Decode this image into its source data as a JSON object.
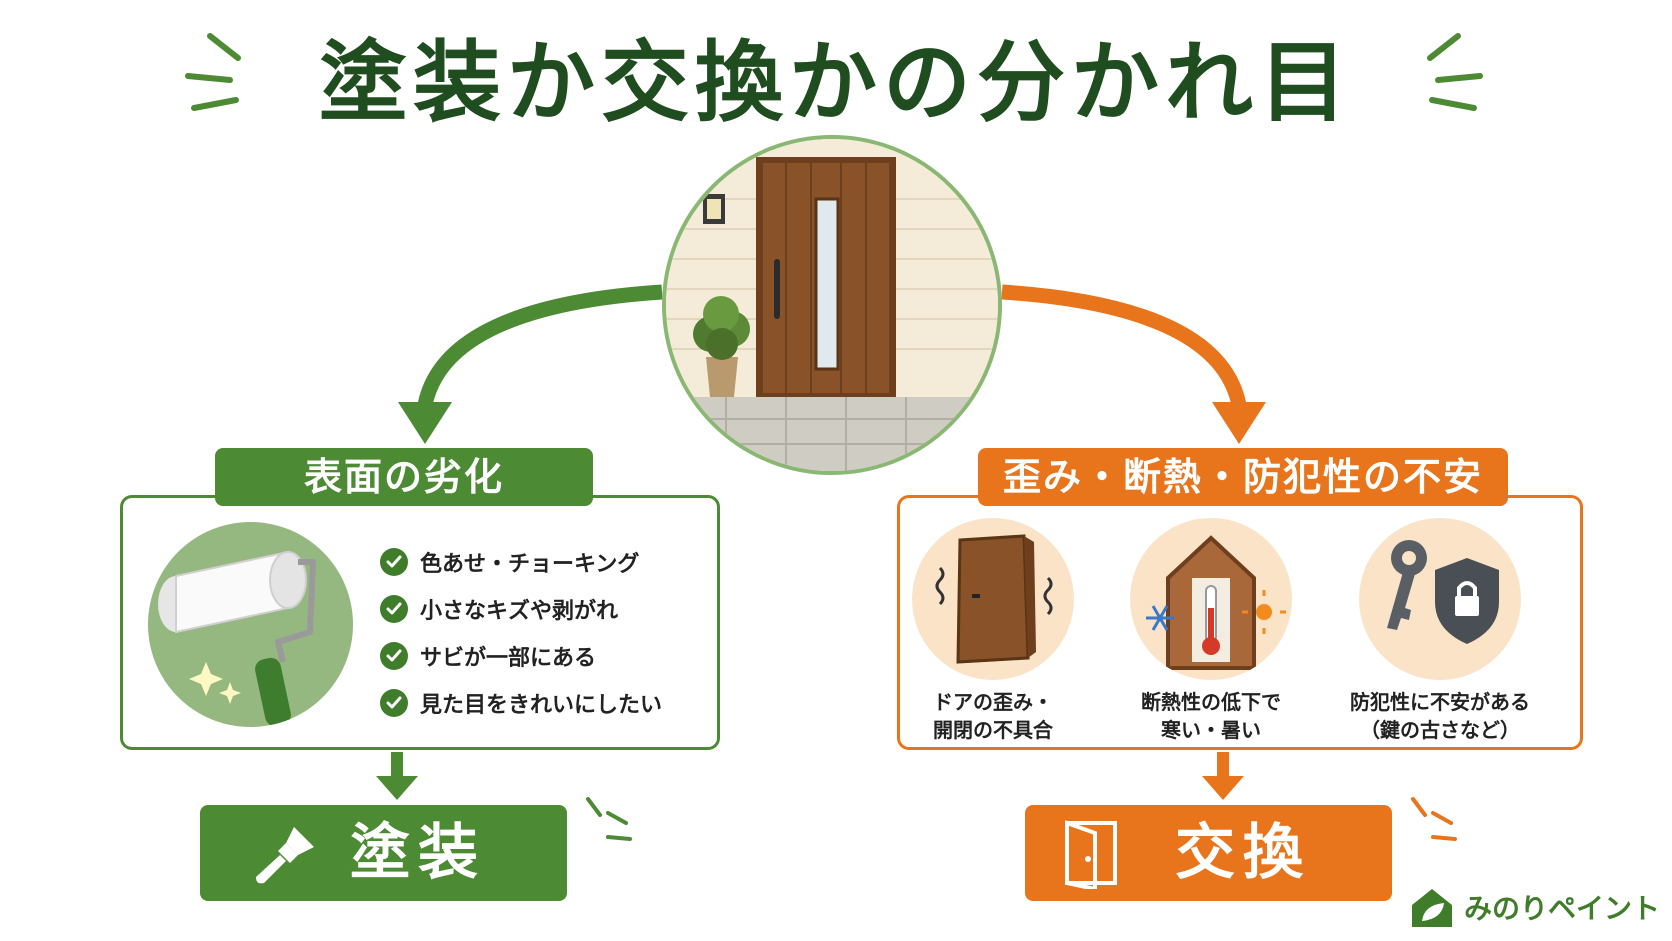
{
  "title": "塗装か交換かの分かれ目",
  "colors": {
    "green": "#4d8a34",
    "dark_green": "#1f4d1f",
    "orange": "#e8741c"
  },
  "left": {
    "heading": "表面の劣化",
    "checklist": [
      "色あせ・チョーキング",
      "小さなキズや剥がれ",
      "サビが一部にある",
      "見た目をきれいにしたい"
    ],
    "icon": "paint-roller-icon",
    "result": "塗装",
    "result_icon": "paint-brush-icon"
  },
  "right": {
    "heading": "歪み・断熱・防犯性の不安",
    "items": [
      {
        "icon": "warped-door-icon",
        "line1": "ドアの歪み・",
        "line2": "開閉の不具合"
      },
      {
        "icon": "thermometer-house-icon",
        "line1": "断熱性の低下で",
        "line2": "寒い・暑い"
      },
      {
        "icon": "key-shield-icon",
        "line1": "防犯性に不安がある",
        "line2": "（鍵の古さなど）"
      }
    ],
    "result": "交換",
    "result_icon": "open-door-icon"
  },
  "logo": {
    "text": "みのりペイント",
    "icon": "leaf-house-icon"
  }
}
